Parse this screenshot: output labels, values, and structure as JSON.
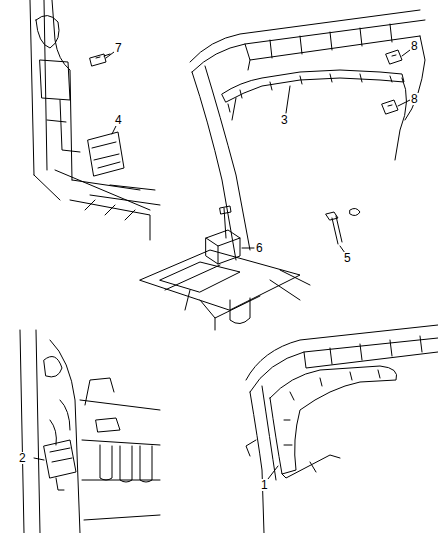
{
  "diagram": {
    "labels": [
      "8",
      "7",
      "8",
      "4",
      "3",
      "5",
      "6",
      "2",
      "1"
    ]
  }
}
